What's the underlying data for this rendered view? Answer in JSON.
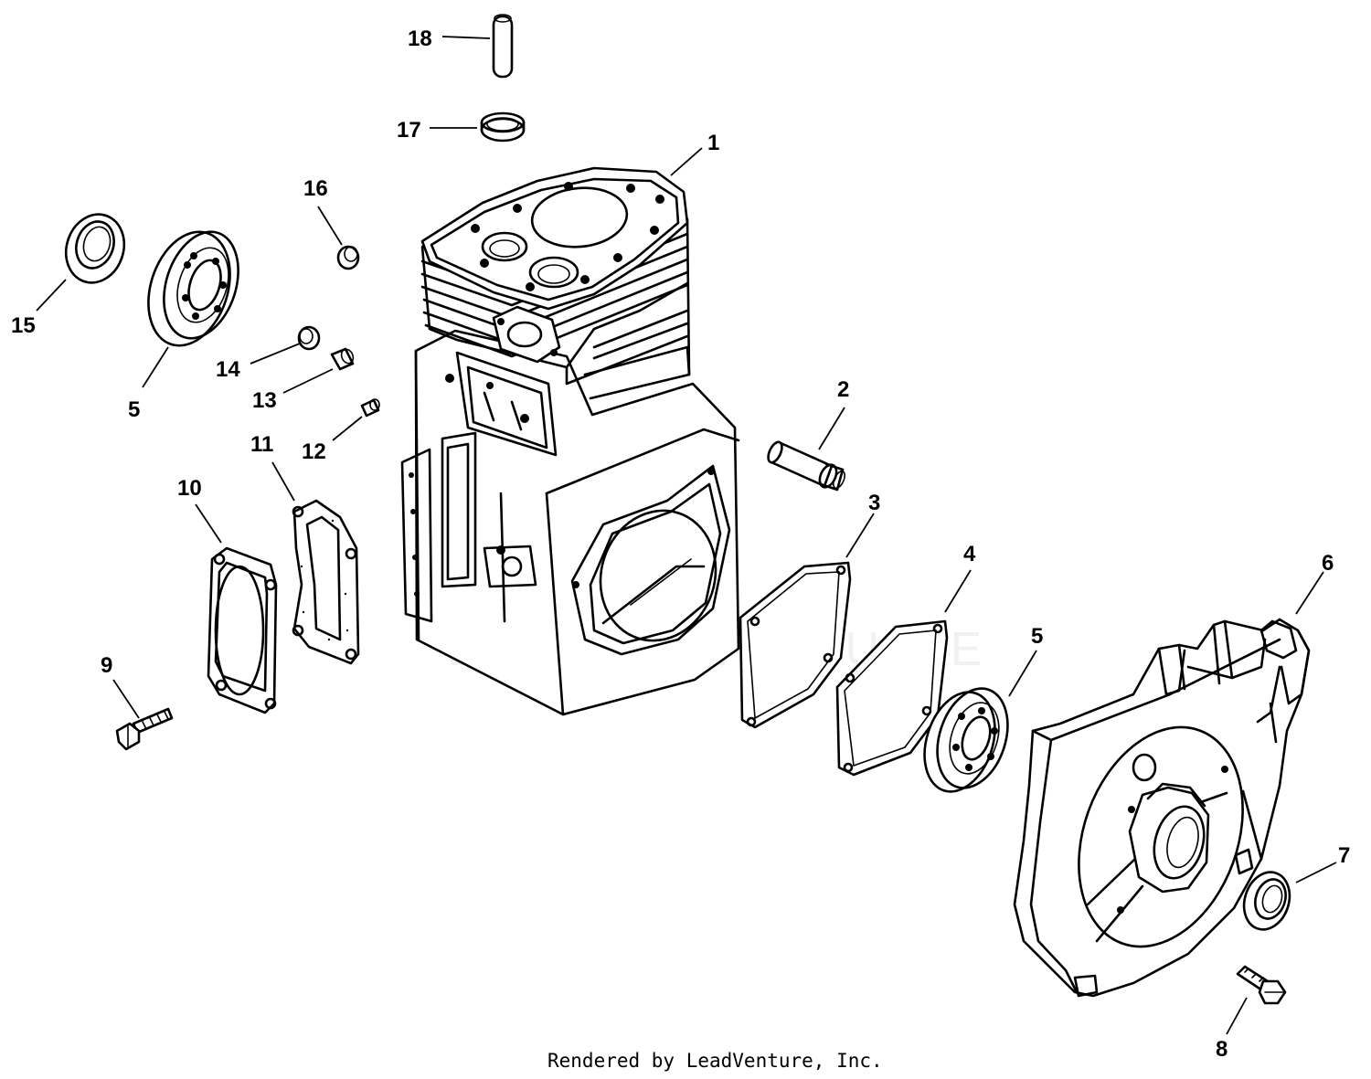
{
  "diagram": {
    "callouts": [
      {
        "id": "c1",
        "label": "1"
      },
      {
        "id": "c2",
        "label": "2"
      },
      {
        "id": "c3",
        "label": "3"
      },
      {
        "id": "c4",
        "label": "4"
      },
      {
        "id": "c5a",
        "label": "5"
      },
      {
        "id": "c5b",
        "label": "5"
      },
      {
        "id": "c6",
        "label": "6"
      },
      {
        "id": "c7",
        "label": "7"
      },
      {
        "id": "c8",
        "label": "8"
      },
      {
        "id": "c9",
        "label": "9"
      },
      {
        "id": "c10",
        "label": "10"
      },
      {
        "id": "c11",
        "label": "11"
      },
      {
        "id": "c12",
        "label": "12"
      },
      {
        "id": "c13",
        "label": "13"
      },
      {
        "id": "c14",
        "label": "14"
      },
      {
        "id": "c15",
        "label": "15"
      },
      {
        "id": "c16",
        "label": "16"
      },
      {
        "id": "c17",
        "label": "17"
      },
      {
        "id": "c18",
        "label": "18"
      }
    ],
    "watermark": "LEADVENTURE",
    "footer": "Rendered by LeadVenture, Inc."
  }
}
